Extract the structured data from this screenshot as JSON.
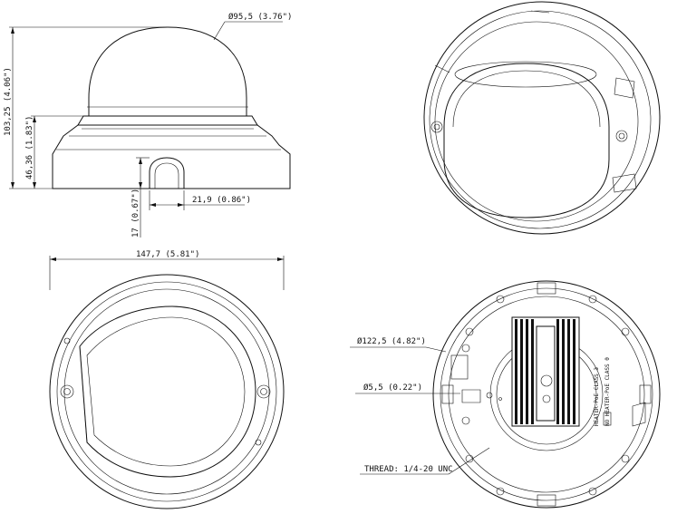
{
  "dimensions": {
    "dome_diameter": "Ø95,5 (3.76\")",
    "total_height": "103,25 (4.06\")",
    "base_height": "46,36 (1.83\")",
    "conduit_width": "21,9 (0.86\")",
    "conduit_height": "17 (0.67\")",
    "overall_diameter": "147,7 (5.81\")",
    "mount_circle": "Ø122,5 (4.82\")",
    "hole_diameter": "Ø5,5 (0.22\")",
    "thread": "THREAD: 1/4-20 UNC"
  },
  "labels": {
    "label_line_1": "HEATER-PoE CLASS 3",
    "label_line_2": "NO HEATER-PoE CLASS 0"
  }
}
